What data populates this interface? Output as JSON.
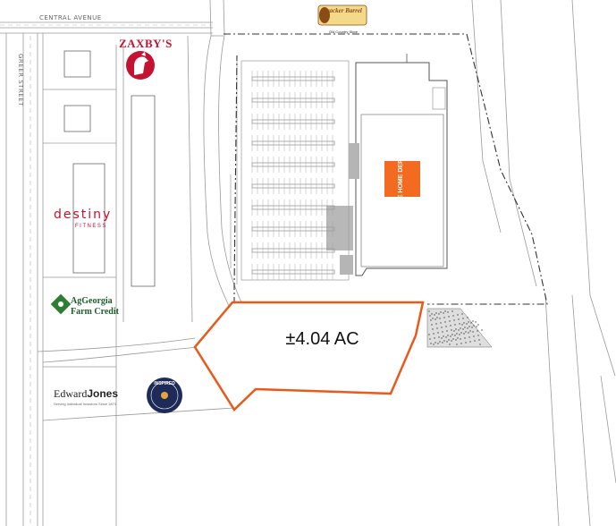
{
  "streets": {
    "central_avenue": "CENTRAL AVENUE",
    "greer_street": "GREER STREET"
  },
  "parcel": {
    "area_label": "±4.04 AC",
    "outline_color": "#e8591a"
  },
  "tenants": {
    "zaxbys": {
      "name": "ZAXBY'S",
      "color": "#c41230"
    },
    "destiny": {
      "name": "destiny",
      "tagline": "FITNESS",
      "color": "#c8102e"
    },
    "aggeorgia": {
      "line1": "AgGeorgia",
      "line2": "Farm Credit",
      "color": "#1f5c2e"
    },
    "edward_jones": {
      "name_a": "Edward",
      "name_b": "Jones",
      "tagline": "Serving Individual Investors Since 1871"
    },
    "inspired": {
      "name": "INSPIRED",
      "color": "#1e2a57"
    },
    "cracker_barrel": {
      "name": "Cracker Barrel",
      "sub": "Old Country Store",
      "color": "#8a4b14"
    },
    "home_depot": {
      "name": "THE HOME DEPOT",
      "color": "#f26b21"
    }
  }
}
